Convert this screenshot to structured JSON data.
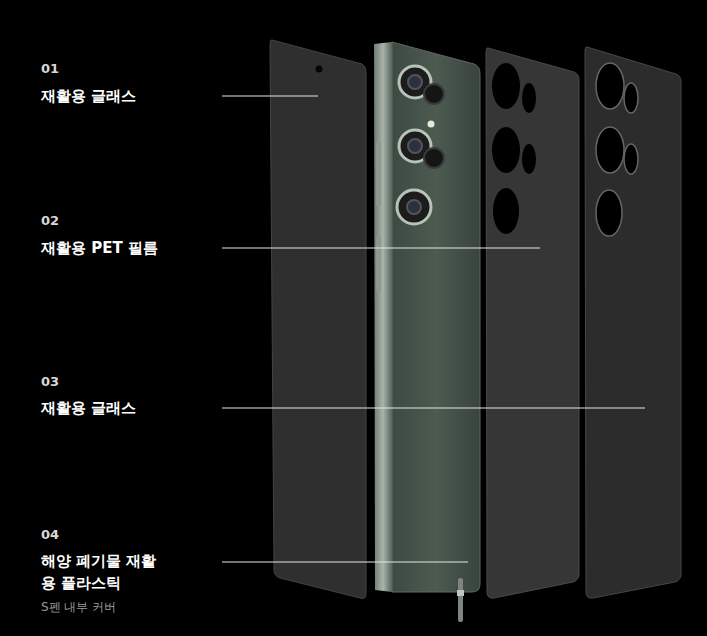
{
  "diagram": {
    "labels": [
      "01",
      "재활용 글래스",
      "02",
      "재활용 PET 필름",
      "03",
      "재활용 글래스",
      "04",
      "해양 폐기물 재활용 플라스틱",
      "S펜 내부 커버"
    ]
  }
}
